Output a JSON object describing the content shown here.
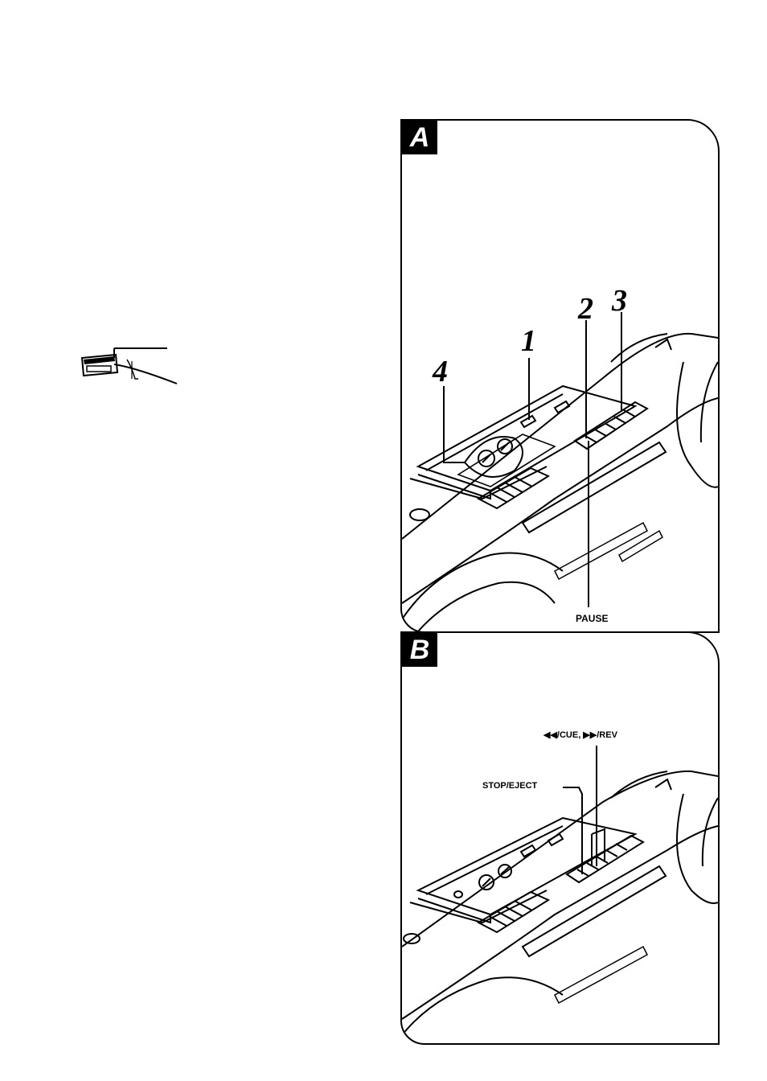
{
  "panel_a": {
    "badge": "A",
    "steps": [
      "1",
      "2",
      "3",
      "4"
    ],
    "pause_label": "PAUSE"
  },
  "panel_b": {
    "badge": "B",
    "cue_rev_label": "◀◀/CUE, ▶▶/REV",
    "stop_eject_label": "STOP/EJECT"
  }
}
